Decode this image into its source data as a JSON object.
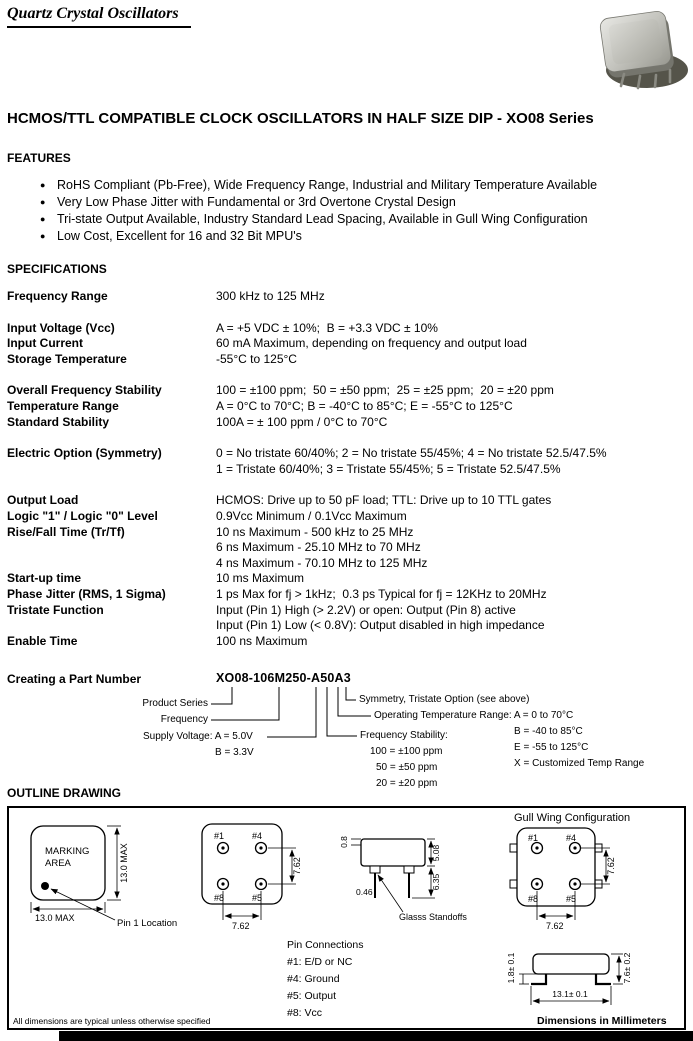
{
  "page": {
    "brand": "Quartz Crystal Oscillators",
    "title": "HCMOS/TTL COMPATIBLE CLOCK OSCILLATORS IN HALF SIZE DIP - XO08 Series"
  },
  "features": {
    "heading": "FEATURES",
    "items": [
      "RoHS Compliant (Pb-Free), Wide Frequency Range, Industrial and Military Temperature Available",
      "Very Low Phase Jitter with Fundamental or 3rd Overtone Crystal Design",
      "Tri-state Output Available, Industry Standard Lead Spacing, Available in Gull Wing Configuration",
      "Low Cost, Excellent for 16 and 32 Bit MPU's"
    ]
  },
  "specifications": {
    "heading": "SPECIFICATIONS",
    "rows": [
      {
        "label": "Frequency Range",
        "value": "300 kHz to 125 MHz"
      },
      {
        "label": "Input Voltage (Vcc)",
        "value": "A = +5 VDC ± 10%;  B = +3.3 VDC ± 10%"
      },
      {
        "label": "Input Current",
        "value": "60 mA Maximum, depending on frequency and output load"
      },
      {
        "label": "Storage Temperature",
        "value": "-55°C to 125°C"
      },
      {
        "label": "Overall Frequency Stability",
        "value": "100 = ±100 ppm;  50 = ±50 ppm;  25 = ±25 ppm;  20 = ±20 ppm"
      },
      {
        "label": "Temperature Range",
        "value": "A = 0°C to 70°C; B = -40°C to 85°C; E = -55°C to 125°C"
      },
      {
        "label": "Standard Stability",
        "value": "100A = ± 100 ppm / 0°C to 70°C"
      },
      {
        "label": "Electric Option (Symmetry)",
        "value": "0 = No tristate 60/40%; 2 = No tristate 55/45%; 4 = No tristate 52.5/47.5%"
      },
      {
        "label": "",
        "value": "1 = Tristate 60/40%; 3 = Tristate 55/45%; 5 = Tristate 52.5/47.5%"
      },
      {
        "label": "Output Load",
        "value": "HCMOS: Drive up to 50 pF load; TTL: Drive up to 10 TTL gates"
      },
      {
        "label": "Logic \"1\" / Logic \"0\" Level",
        "value": "0.9Vcc Minimum / 0.1Vcc Maximum"
      },
      {
        "label": "Rise/Fall Time (Tr/Tf)",
        "value": "10 ns Maximum - 500 kHz to 25 MHz"
      },
      {
        "label": "",
        "value": "6 ns Maximum - 25.10 MHz to 70 MHz"
      },
      {
        "label": "",
        "value": "4 ns Maximum - 70.10 MHz to 125 MHz"
      },
      {
        "label": "Start-up time",
        "value": "10 ms Maximum"
      },
      {
        "label": "Phase Jitter (RMS, 1 Sigma)",
        "value": "1 ps Max for fj > 1kHz;  0.3 ps Typical for fj = 12KHz to 20MHz"
      },
      {
        "label": "Tristate Function",
        "value": "Input (Pin 1) High (> 2.2V) or open: Output (Pin 8) active"
      },
      {
        "label": "",
        "value": "Input (Pin 1) Low (< 0.8V): Output disabled in high impedance"
      },
      {
        "label": "Enable Time",
        "value": "100 ns Maximum"
      }
    ]
  },
  "part_number": {
    "label": "Creating a Part Number",
    "value": "XO08-106M250-A50A3",
    "callouts": {
      "product_series": "Product Series",
      "frequency": "Frequency",
      "supply_voltage": "Supply Voltage: A = 5.0V",
      "supply_voltage_b": "B = 3.3V",
      "symmetry": "Symmetry, Tristate Option (see above)",
      "operating_temp": "Operating Temperature Range: A = 0 to 70°C",
      "operating_temp_b": "B = -40 to 85°C",
      "operating_temp_e": "E = -55 to 125°C",
      "operating_temp_x": "X = Customized Temp Range",
      "frequency_stability": "Frequency Stability:",
      "fs_100": "100 = ±100 ppm",
      "fs_50": "50 = ±50 ppm",
      "fs_20": "20 = ±20 ppm"
    }
  },
  "outline": {
    "heading": "OUTLINE DRAWING",
    "gull_wing_title": "Gull Wing Configuration",
    "marking": {
      "line1": "MARKING",
      "line2": "AREA",
      "dim_height": "13.0 MAX",
      "dim_width": "13.0 MAX",
      "pin1_label": "Pin 1 Location"
    },
    "dip_top": {
      "pin1": "#1",
      "pin4": "#4",
      "pin8": "#8",
      "pin5": "#5",
      "dim_v": "7.62",
      "dim_h": "7.62"
    },
    "side": {
      "dim_lid": "0.8",
      "dim_body": "5.08",
      "dim_total": "6.35",
      "dim_pin": "0.46",
      "standoffs_label": "Glasss Standoffs"
    },
    "gull_top": {
      "pin1": "#1",
      "pin4": "#4",
      "pin8": "#8",
      "pin5": "#5",
      "dim_v": "7.62",
      "dim_h": "7.62"
    },
    "gull_side": {
      "dim_lead": "1.8± 0.1",
      "dim_height": "7.6± 0.2",
      "dim_width": "13.1± 0.1"
    },
    "pin_connections": {
      "heading": "Pin Connections",
      "items": [
        "#1:  E/D or NC",
        "#4:  Ground",
        "#5:  Output",
        "#8:  Vcc"
      ]
    },
    "note": "All dimensions are typical unless otherwise specified",
    "dims_unit": "Dimensions in Millimeters"
  }
}
